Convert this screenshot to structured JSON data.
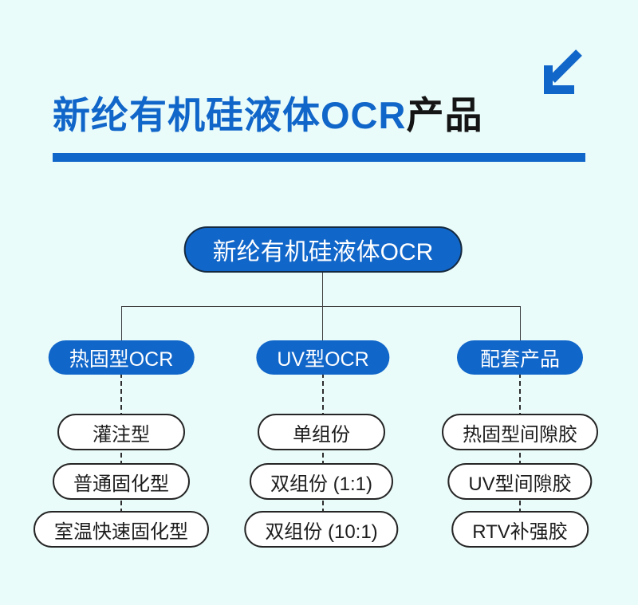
{
  "page": {
    "background_color": "#eafcfa",
    "accent_blue": "#1166c9",
    "root_border_color": "#14293e",
    "line_color": "#3f3f3f"
  },
  "header": {
    "title_highlight": "新纶有机硅液体OCR",
    "title_rest": "产品",
    "arrow_icon": "arrow-down-left-icon",
    "underline_color": "#1166c9"
  },
  "tree": {
    "root": {
      "label": "新纶有机硅液体OCR"
    },
    "branches": [
      {
        "label": "热固型OCR",
        "children": [
          "灌注型",
          "普通固化型",
          "室温快速固化型"
        ]
      },
      {
        "label": "UV型OCR",
        "children": [
          "单组份",
          "双组份 (1:1)",
          "双组份 (10:1)"
        ]
      },
      {
        "label": "配套产品",
        "children": [
          "热固型间隙胶",
          "UV型间隙胶",
          "RTV补强胶"
        ]
      }
    ]
  }
}
